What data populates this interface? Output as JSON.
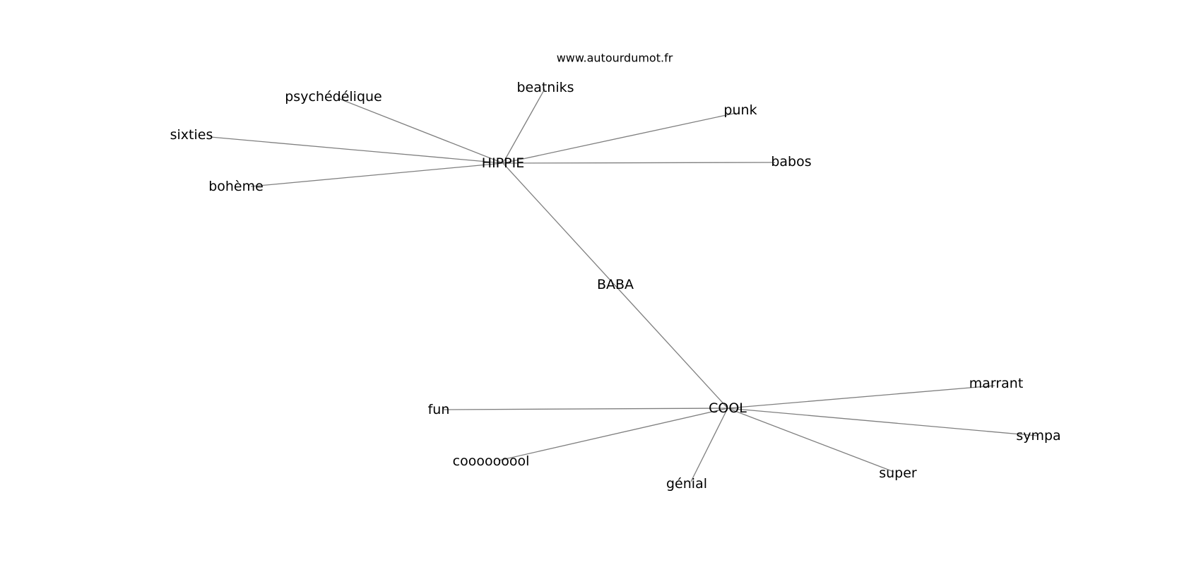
{
  "source": "www.autourdumot.fr",
  "nodes": [
    {
      "id": "baba",
      "label": "BABA"
    },
    {
      "id": "hippie",
      "label": "HIPPIE"
    },
    {
      "id": "cool",
      "label": "COOL"
    },
    {
      "id": "psychedelique",
      "label": "psychédélique"
    },
    {
      "id": "beatniks",
      "label": "beatniks"
    },
    {
      "id": "punk",
      "label": "punk"
    },
    {
      "id": "sixties",
      "label": "sixties"
    },
    {
      "id": "babos",
      "label": "babos"
    },
    {
      "id": "boheme",
      "label": "bohème"
    },
    {
      "id": "marrant",
      "label": "marrant"
    },
    {
      "id": "fun",
      "label": "fun"
    },
    {
      "id": "sympa",
      "label": "sympa"
    },
    {
      "id": "coool",
      "label": "cooooooool"
    },
    {
      "id": "super",
      "label": "super"
    },
    {
      "id": "genial",
      "label": "génial"
    }
  ],
  "edges": [
    [
      "hippie",
      "cool"
    ],
    [
      "hippie",
      "psychedelique"
    ],
    [
      "hippie",
      "beatniks"
    ],
    [
      "hippie",
      "punk"
    ],
    [
      "hippie",
      "sixties"
    ],
    [
      "hippie",
      "babos"
    ],
    [
      "hippie",
      "boheme"
    ],
    [
      "cool",
      "marrant"
    ],
    [
      "cool",
      "fun"
    ],
    [
      "cool",
      "sympa"
    ],
    [
      "cool",
      "coool"
    ],
    [
      "cool",
      "super"
    ],
    [
      "cool",
      "genial"
    ]
  ]
}
